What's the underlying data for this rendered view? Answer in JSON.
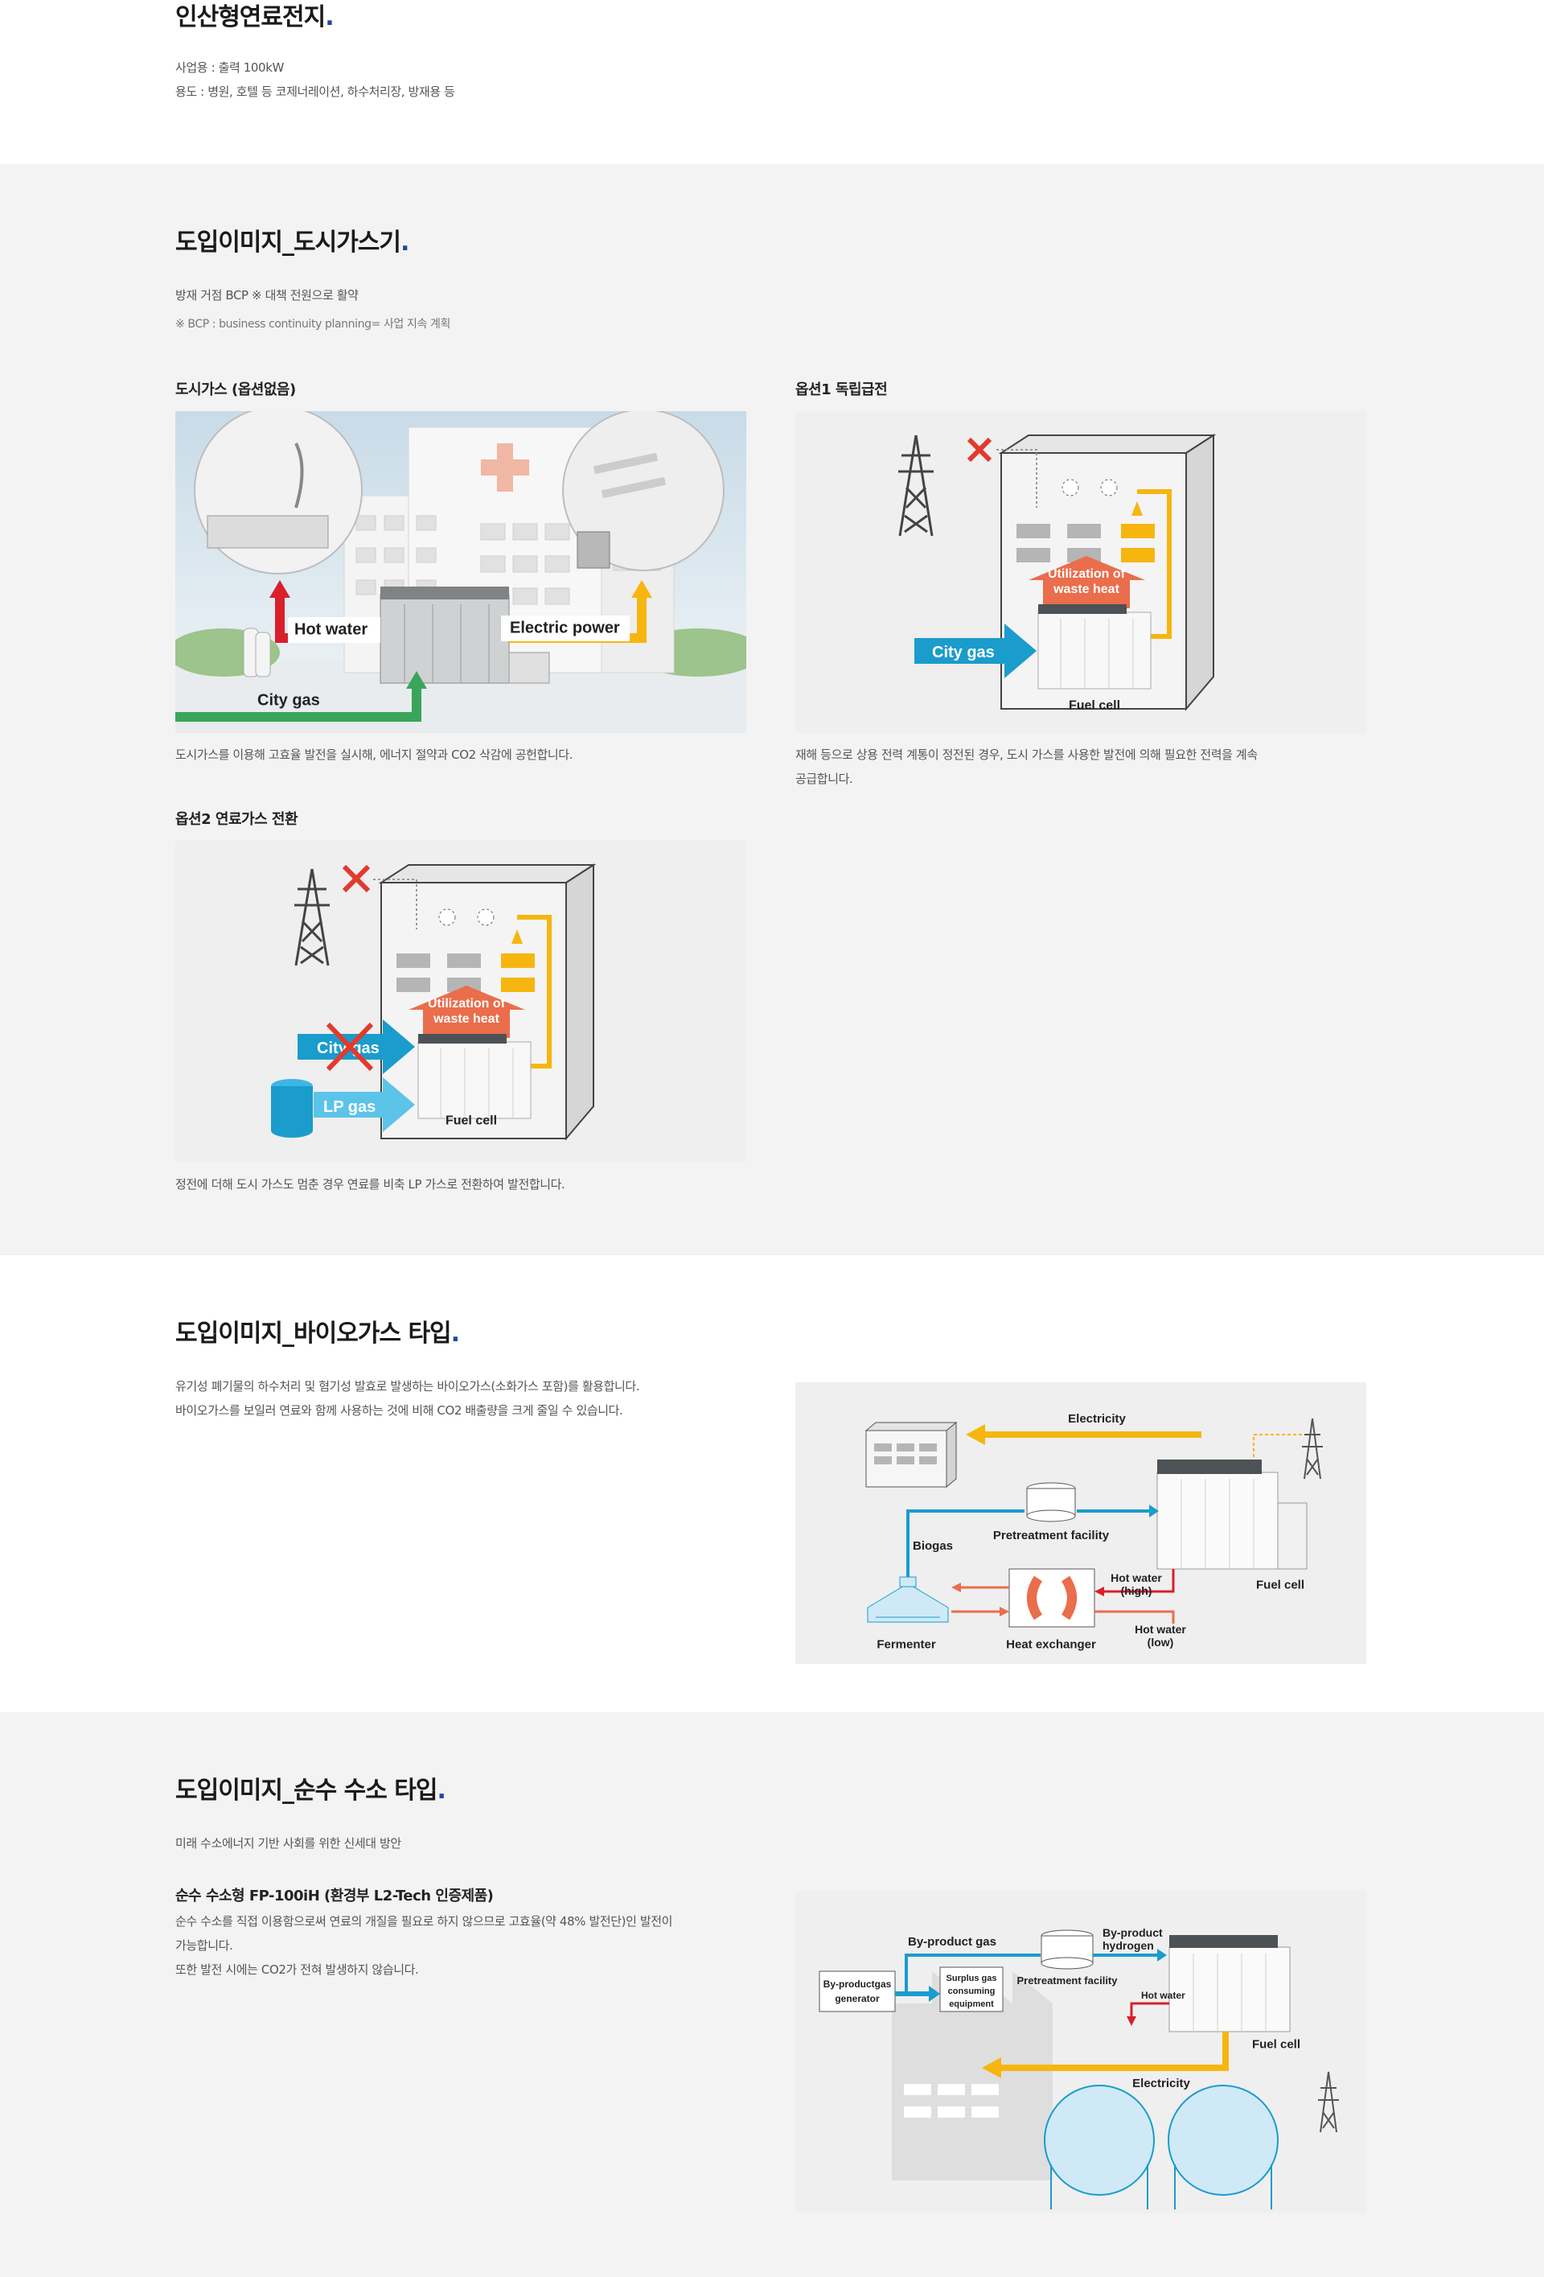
{
  "top": {
    "title": "인산형연료전지",
    "lines": [
      "사업용 : 출력 100kW",
      "용도 : 병원, 호텔 등 코제너레이션, 하수처리장, 방재용 등"
    ]
  },
  "city": {
    "title": "도입이미지_도시가스기",
    "desc": "방재 거점 BCP ※ 대책 전원으로 활약",
    "note": "※ BCP : business continuity planning= 사업 지속 계획",
    "fig1": {
      "heading": "도시가스 (옵션없음)",
      "caption": "도시가스를 이용해 고효율 발전을 실시해, 에너지 절약과 CO2 삭감에 공헌합니다.",
      "labels": {
        "hot_water": "Hot water",
        "electric_power": "Electric power",
        "city_gas": "City gas"
      }
    },
    "fig2": {
      "heading": "옵션1 독립급전",
      "caption": [
        "재해 등으로 상용 전력 계통이 정전된 경우, 도시 가스를 사용한 발전에 의해 필요한 전력을 계속",
        "공급합니다."
      ],
      "labels": {
        "waste_heat_1": "Utilization of",
        "waste_heat_2": "waste heat",
        "city_gas": "City gas",
        "fuel_cell": "Fuel cell"
      }
    },
    "fig3": {
      "heading": "옵션2 연료가스 전환",
      "caption": "정전에 더해 도시 가스도 멈춘 경우 연료를 비축 LP 가스로 전환하여 발전합니다.",
      "labels": {
        "waste_heat_1": "Utilization of",
        "waste_heat_2": "waste heat",
        "city_gas": "City gas",
        "lp_gas": "LP gas",
        "fuel_cell": "Fuel cell"
      }
    }
  },
  "bio": {
    "title": "도입이미지_바이오가스 타입",
    "lines": [
      "유기성 폐기물의 하수처리 및 혐기성 발효로 발생하는 바이오가스(소화가스 포함)를 활용합니다.",
      "바이오가스를 보일러 연료와 함께 사용하는 것에 비해 CO2 배출량을 크게 줄일 수 있습니다."
    ],
    "labels": {
      "electricity": "Electricity",
      "pretreatment": "Pretreatment facility",
      "biogas": "Biogas",
      "hot_high_1": "Hot water",
      "hot_high_2": "(high)",
      "fuel_cell": "Fuel cell",
      "fermenter": "Fermenter",
      "heat_exchanger": "Heat exchanger",
      "hot_low_1": "Hot water",
      "hot_low_2": "(low)"
    }
  },
  "h2": {
    "title": "도입이미지_순수 수소 타입",
    "desc": "미래 수소에너지 기반 사회를 위한 신세대 방안",
    "product": "순수 수소형 FP-100iH (환경부 L2-Tech 인증제품)",
    "lines": [
      "순수 수소를 직접 이용함으로써 연료의 개질을 필요로 하지 않으므로 고효율(약 48% 발전단)인 발전이",
      "가능합니다.",
      "또한 발전 시에는 CO2가 전혀 발생하지 않습니다."
    ],
    "labels": {
      "byproduct_gas": "By-product gas",
      "byproduct_h2_1": "By-product",
      "byproduct_h2_2": "hydrogen",
      "gen_1": "By-productgas",
      "gen_2": "generator",
      "surplus_1": "Surplus gas",
      "surplus_2": "consuming",
      "surplus_3": "equipment",
      "pretreatment": "Pretreatment facility",
      "hot_water": "Hot water",
      "fuel_cell": "Fuel cell",
      "electricity": "Electricity"
    }
  },
  "colors": {
    "accent_dot": "#1c4ba0",
    "yellow": "#f6b60f",
    "blue": "#1a9ccc",
    "red": "#d9202a",
    "green": "#3aa55a",
    "orange": "#ea6d4c"
  }
}
